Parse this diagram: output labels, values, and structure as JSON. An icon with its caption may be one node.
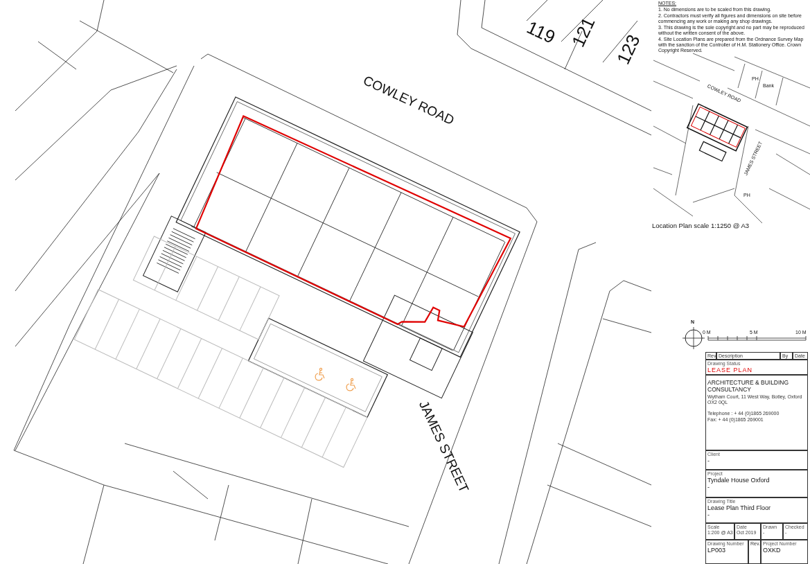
{
  "diagram": {
    "nodes": [
      {
        "text": [
          "Rev"
        ]
      },
      {
        "text": [
          "Description"
        ]
      },
      {
        "text": [
          "By"
        ]
      },
      {
        "text": [
          "Date"
        ]
      },
      {
        "text": [
          "Drawing Status",
          "LEASE PLAN"
        ]
      },
      {
        "text": [
          "ARCHITECTURE & BUILDING CONSULTANCY",
          "Wytham Court, 11 West Way, Botley, Oxford OX2 0QL",
          "Telephone : + 44 (0)1865 269000",
          "Fax: + 44 (0)1865 269001"
        ]
      },
      {
        "text": [
          "Client",
          "-"
        ]
      },
      {
        "text": [
          "Project",
          "Tyndale House Oxford",
          "-"
        ]
      },
      {
        "text": [
          "Drawing Title",
          "Lease Plan Third Floor",
          "-"
        ]
      },
      {
        "text": [
          "Scale",
          "1:200 @ A3"
        ]
      },
      {
        "text": [
          "Date",
          "Oct 2019"
        ]
      },
      {
        "text": [
          "Drawn",
          "-"
        ]
      },
      {
        "text": [
          "Checked",
          "-"
        ]
      },
      {
        "text": [
          "Drawing Number",
          "LP003"
        ]
      },
      {
        "text": [
          "Rev."
        ]
      },
      {
        "text": [
          "Project Number",
          "OXKD"
        ]
      }
    ],
    "labels": [
      "NOTES:",
      "1. No dimensions are to be scaled from this drawing.",
      "2. Contractors must verify all figures and dimensions on site before commencing any work or making any shop drawings.",
      "3. This drawing is the sole copyright and no part may be reproduced without the written consent of the above.",
      "4. Site Location Plans are prepared from the Ordnance Survey Map with the sanction of the Controller of H.M. Stationery Office. Crown Copyright Reserved.",
      "119",
      "121",
      "123",
      "COWLEY ROAD",
      "JAMES STREET",
      "PH",
      "Bank",
      "COWLEY ROAD",
      "JAMES STREET",
      "PH",
      "Location Plan scale 1:1250 @ A3",
      "N",
      "0 M",
      "5 M",
      "10 M"
    ]
  }
}
